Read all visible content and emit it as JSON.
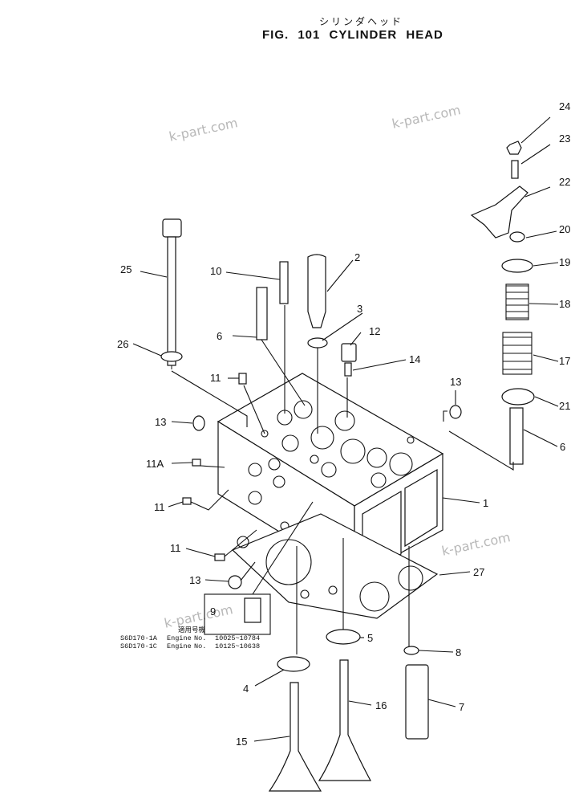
{
  "title": {
    "japanese": "シリンダヘッド",
    "english": "FIG. 101  CYLINDER HEAD"
  },
  "watermark": "k-part.com",
  "applicable": {
    "header": "適用号機",
    "rows": [
      {
        "model": "S6D170-1A",
        "engine_label": "Engine",
        "no_label": "No.",
        "range": "10025~10784"
      },
      {
        "model": "S6D170-1C",
        "engine_label": "Engine",
        "no_label": "No.",
        "range": "10125~10638"
      }
    ]
  },
  "callouts": {
    "c24": "24",
    "c23": "23",
    "c22": "22",
    "c20": "20",
    "c19": "19",
    "c18": "18",
    "c17": "17",
    "c21": "21",
    "c6r": "6",
    "c25": "25",
    "c10": "10",
    "c2": "2",
    "c3": "3",
    "c6": "6",
    "c12": "12",
    "c14": "14",
    "c26": "26",
    "c11a": "11",
    "c13a": "13",
    "c13b": "13",
    "c11A": "11A",
    "c11b": "11",
    "c1": "1",
    "c11c": "11",
    "c13c": "13",
    "c27": "27",
    "c9": "9",
    "c5": "5",
    "c8": "8",
    "c4": "4",
    "c16": "16",
    "c7": "7",
    "c15": "15"
  },
  "colors": {
    "line": "#111111",
    "background": "#ffffff",
    "watermark": "#b8b8b8"
  }
}
